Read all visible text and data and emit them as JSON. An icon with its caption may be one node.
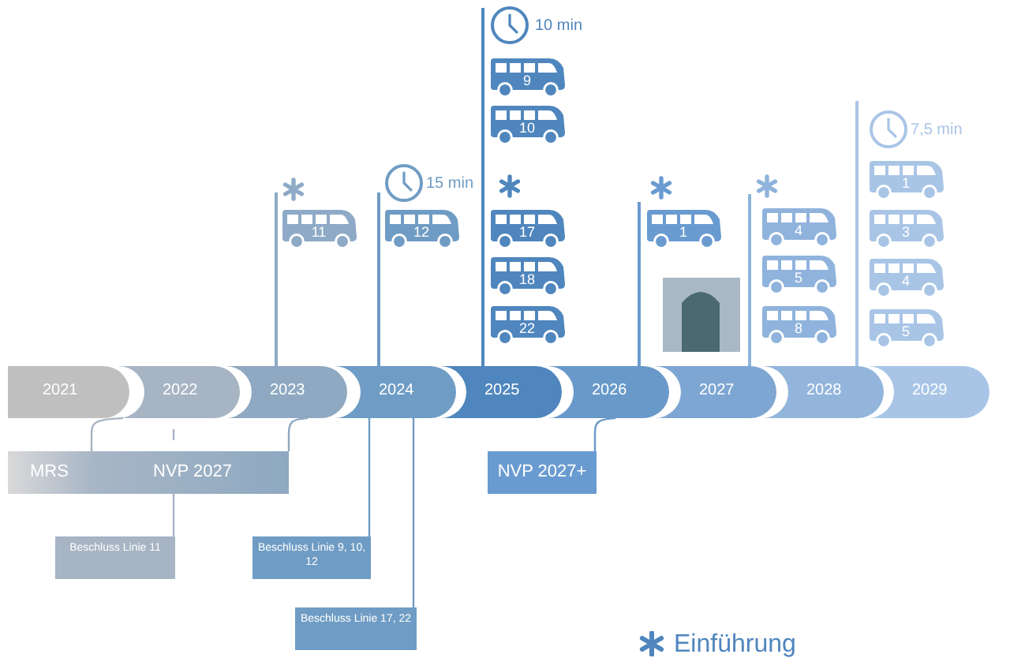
{
  "diagram": {
    "nodes": [
      {
        "text": [
          "2021"
        ]
      },
      {
        "text": [
          "2022"
        ]
      },
      {
        "text": [
          "2023"
        ]
      },
      {
        "text": [
          "2024"
        ]
      },
      {
        "text": [
          "2025"
        ]
      },
      {
        "text": [
          "2026"
        ]
      },
      {
        "text": [
          "2027"
        ]
      },
      {
        "text": [
          "2028"
        ]
      },
      {
        "text": [
          "2029"
        ]
      },
      {
        "text": [
          "MRS",
          "NVP 2027"
        ]
      },
      {
        "text": [
          "NVP 2027+"
        ]
      },
      {
        "text": [
          "Beschluss Linie 11"
        ]
      },
      {
        "text": [
          "Beschluss Linie 9, 10, 12"
        ]
      },
      {
        "text": [
          "Beschluss Linie 17, 22"
        ]
      },
      {
        "text": [
          "11"
        ]
      },
      {
        "text": [
          "12"
        ]
      },
      {
        "text": [
          "9"
        ]
      },
      {
        "text": [
          "10"
        ]
      },
      {
        "text": [
          "17"
        ]
      },
      {
        "text": [
          "18"
        ]
      },
      {
        "text": [
          "22"
        ]
      },
      {
        "text": [
          "1"
        ]
      },
      {
        "text": [
          "4"
        ]
      },
      {
        "text": [
          "5"
        ]
      },
      {
        "text": [
          "8"
        ]
      },
      {
        "text": [
          "1"
        ]
      },
      {
        "text": [
          "3"
        ]
      },
      {
        "text": [
          "4"
        ]
      },
      {
        "text": [
          "5"
        ]
      }
    ],
    "edges": [
      {
        "from": 1,
        "to": 9,
        "arrow": "none"
      },
      {
        "from": 2,
        "to": 9,
        "arrow": "none"
      },
      {
        "from": 9,
        "to": 11,
        "arrow": "none"
      },
      {
        "from": 3,
        "to": 12,
        "arrow": "none"
      },
      {
        "from": 3,
        "to": 13,
        "arrow": "none"
      },
      {
        "from": 5,
        "to": 10,
        "arrow": "none"
      },
      {
        "from": 2,
        "to": 14,
        "arrow": "none"
      },
      {
        "from": 3,
        "to": 15,
        "arrow": "none"
      },
      {
        "from": 4,
        "to": 16,
        "arrow": "none"
      },
      {
        "from": 6,
        "to": 21,
        "arrow": "none"
      },
      {
        "from": 7,
        "to": 22,
        "arrow": "none"
      },
      {
        "from": 8,
        "to": 25,
        "arrow": "none"
      }
    ],
    "labels": [
      "15 min",
      "10 min",
      "7,5 min"
    ],
    "legend": [
      {
        "text": "Einführung"
      }
    ]
  }
}
